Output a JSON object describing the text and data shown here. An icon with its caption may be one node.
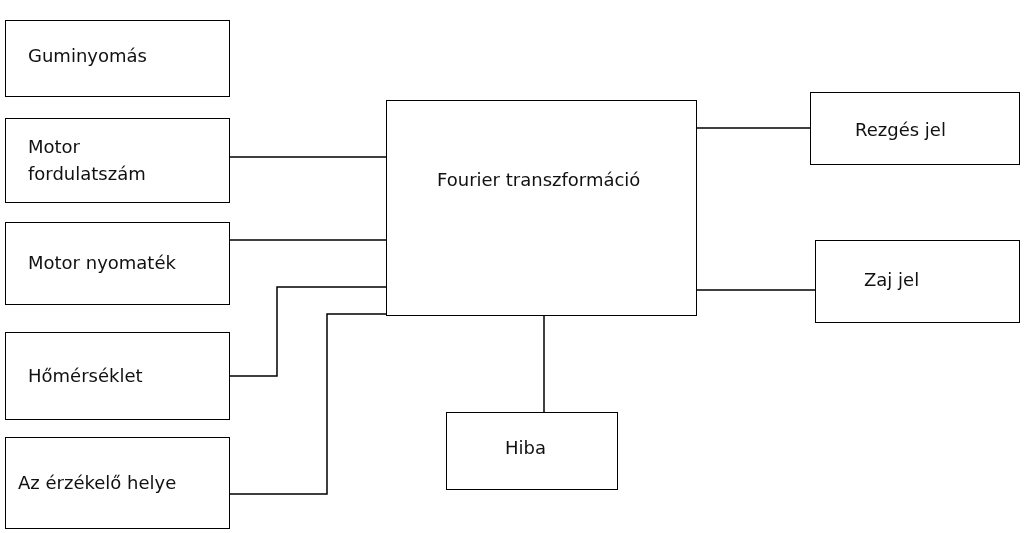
{
  "diagram": {
    "nodes": [
      {
        "text": [
          "Guminyomás"
        ]
      },
      {
        "text": [
          "Motor fordulatszám"
        ]
      },
      {
        "text": [
          "Motor nyomaték"
        ]
      },
      {
        "text": [
          "Hőmérséklet"
        ]
      },
      {
        "text": [
          "Az érzékelő helye"
        ]
      },
      {
        "text": [
          "Fourier transzformáció"
        ]
      },
      {
        "text": [
          "Rezgés jel"
        ]
      },
      {
        "text": [
          "Zaj jel"
        ]
      },
      {
        "text": [
          "Hiba"
        ]
      }
    ],
    "edges": [
      {
        "from": 1,
        "to": 5,
        "arrow": "none"
      },
      {
        "from": 2,
        "to": 5,
        "arrow": "none"
      },
      {
        "from": 3,
        "to": 5,
        "arrow": "none"
      },
      {
        "from": 4,
        "to": 5,
        "arrow": "none"
      },
      {
        "from": 5,
        "to": 6,
        "arrow": "none"
      },
      {
        "from": 5,
        "to": 7,
        "arrow": "none"
      },
      {
        "from": 5,
        "to": 8,
        "arrow": "none"
      }
    ]
  }
}
